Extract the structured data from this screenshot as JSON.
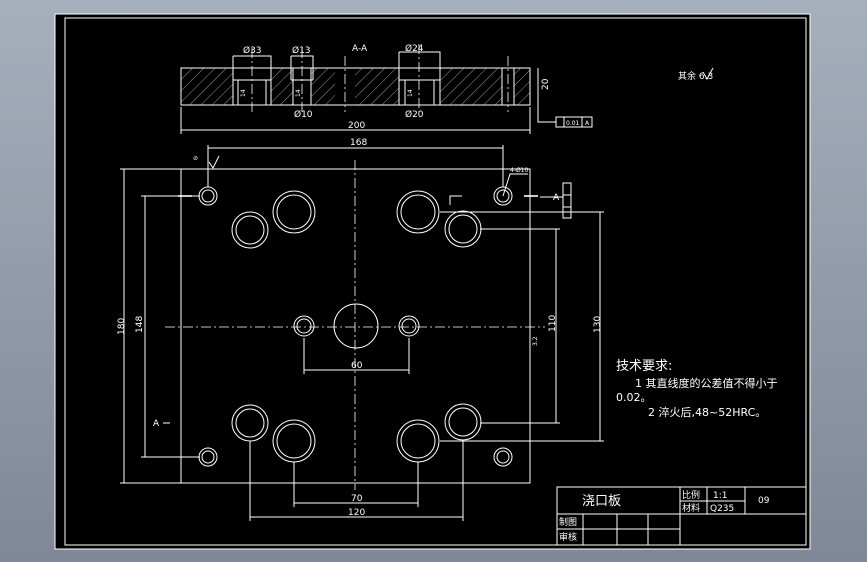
{
  "section_view": {
    "label": "A-A",
    "dims": {
      "d33": "Ø33",
      "d13": "Ø13",
      "d24": "Ø24",
      "d10": "Ø10",
      "d20": "Ø20",
      "thickness": "20",
      "length": "200",
      "flatness_tol": "0.01",
      "datum": "A",
      "depth1": "14",
      "depth2": "14",
      "depth3": "14"
    }
  },
  "plan_view": {
    "dims": {
      "w168": "168",
      "h180": "180",
      "h148": "148",
      "h130": "130",
      "h110": "110",
      "w60": "60",
      "w70": "70",
      "w120": "120",
      "pin_note": "4-Ø10",
      "section_mark_top": "A",
      "section_mark_bottom": "A"
    }
  },
  "surface_note": "其余 6.3",
  "tech_requirements": {
    "title": "技术要求:",
    "item1": "1 其直线度的公差值不得小于",
    "item1_cont": "0.02。",
    "item2": "2 淬火后,48~52HRC。"
  },
  "title_block": {
    "part_name": "浇口板",
    "scale_label": "比例",
    "scale_value": "1:1",
    "material_label": "材料",
    "material_value": "Q235",
    "drawing_no": "09",
    "drawn_label": "制图",
    "checked_label": "审核"
  }
}
